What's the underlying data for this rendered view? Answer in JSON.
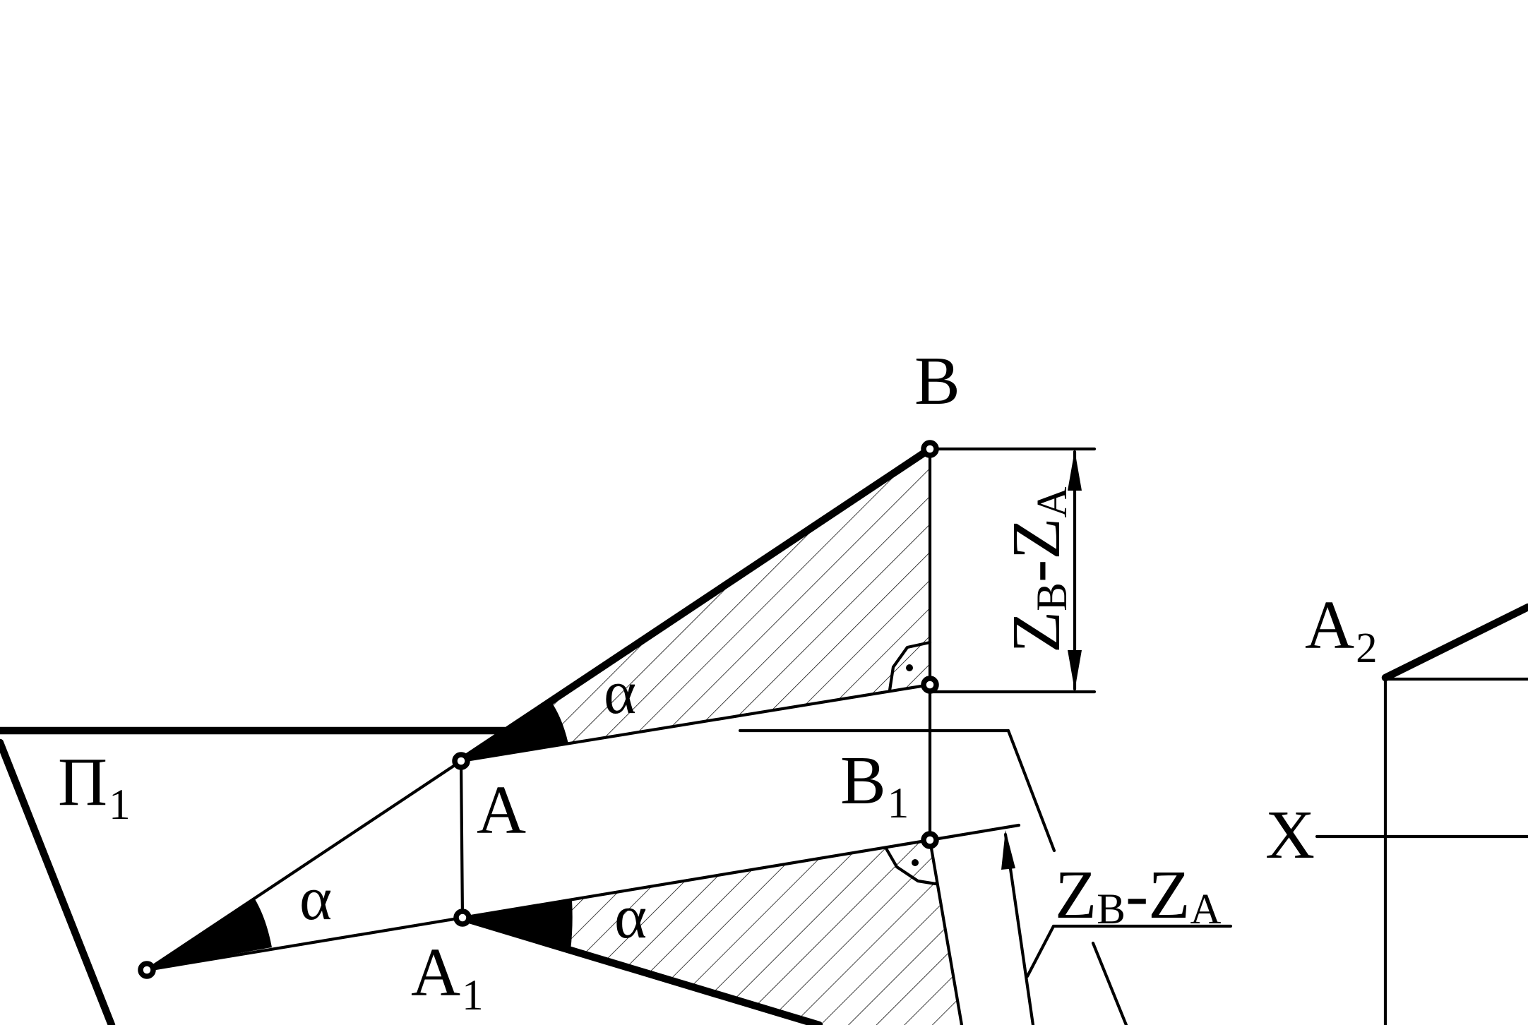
{
  "labels": {
    "point_b": "B",
    "point_a": "A",
    "point_b1_main": "B",
    "point_b1_sub": "1",
    "point_a1_main": "A",
    "point_a1_sub": "1",
    "point_a2_main": "A",
    "point_a2_sub": "2",
    "plane_main": "П",
    "plane_sub": "1",
    "axis_x": "X",
    "alpha_upper": "α",
    "alpha_left": "α",
    "alpha_lower": "α",
    "dim_vertical_z1": "Z",
    "dim_vertical_sub1": "B",
    "dim_vertical_dash": "-",
    "dim_vertical_z2": "Z",
    "dim_vertical_sub2": "A",
    "dim_leader_z1": "Z",
    "dim_leader_sub1": "B",
    "dim_leader_dash": "-",
    "dim_leader_z2": "Z",
    "dim_leader_sub2": "A"
  },
  "colors": {
    "ink": "#000000",
    "background": "#ffffff"
  }
}
